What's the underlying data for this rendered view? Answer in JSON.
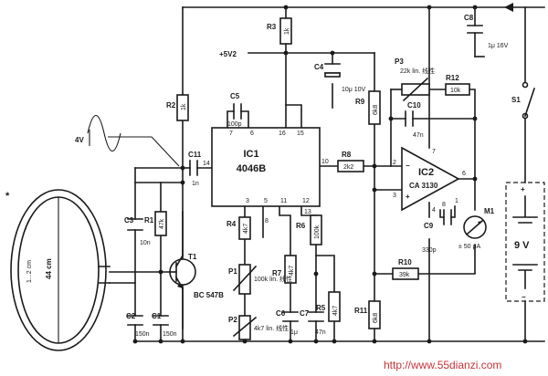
{
  "icons": {
    "battery": "battery-symbol-icon",
    "meter": "meter-symbol-icon"
  },
  "supply": {
    "label": "+5V2"
  },
  "ic1": {
    "name": "IC1",
    "part": "4046B",
    "pins": [
      "7",
      "6",
      "16",
      "15",
      "14",
      "10",
      "3",
      "5",
      "11",
      "12",
      "8",
      "13"
    ]
  },
  "ic2": {
    "name": "IC2",
    "part": "CA 3130",
    "pins": [
      "2",
      "3",
      "6",
      "7",
      "4",
      "8",
      "1"
    ]
  },
  "resistors": [
    {
      "ref": "R2",
      "value": "1k"
    },
    {
      "ref": "R3",
      "value": "1k"
    },
    {
      "ref": "R1",
      "value": "47k"
    },
    {
      "ref": "R4",
      "value": "4k7"
    },
    {
      "ref": "R6",
      "value": "100k"
    },
    {
      "ref": "R7",
      "value": "4k7"
    },
    {
      "ref": "R5",
      "value": "4k7"
    },
    {
      "ref": "R8",
      "value": "2k2"
    },
    {
      "ref": "R9",
      "value": "6k8"
    },
    {
      "ref": "R10",
      "value": "39k"
    },
    {
      "ref": "R11",
      "value": "6k8"
    },
    {
      "ref": "R12",
      "value": "10k"
    }
  ],
  "capacitors": [
    {
      "ref": "C5",
      "value": "100p"
    },
    {
      "ref": "C11",
      "value": "1n"
    },
    {
      "ref": "C3",
      "value": "10n"
    },
    {
      "ref": "C2",
      "value": "150n"
    },
    {
      "ref": "C1",
      "value": "150n"
    },
    {
      "ref": "C6",
      "value": "1μ"
    },
    {
      "ref": "C7",
      "value": "47n"
    },
    {
      "ref": "C4",
      "value": "10μ 10V"
    },
    {
      "ref": "C10",
      "value": "47n"
    },
    {
      "ref": "C9",
      "value": "330p"
    },
    {
      "ref": "C8",
      "value": "1μ 16V"
    }
  ],
  "pots": [
    {
      "ref": "P1",
      "value": "100k lin. 线性"
    },
    {
      "ref": "P2",
      "value": "4k7 lin. 线性"
    },
    {
      "ref": "P3",
      "value": "22k lin. 线性"
    }
  ],
  "transistor": {
    "ref": "T1",
    "type": "BC 547B"
  },
  "meter": {
    "ref": "M1",
    "value": "± 50 μA"
  },
  "switch": {
    "ref": "S1"
  },
  "battery": {
    "value": "9 V",
    "plus": "+",
    "minus": "−"
  },
  "coil": {
    "size": "44 cm",
    "spacing": "1...2 cm",
    "star": "*"
  },
  "input_signal": {
    "label": "4V"
  },
  "watermark": {
    "text": "http://www.55dianzi.com"
  }
}
